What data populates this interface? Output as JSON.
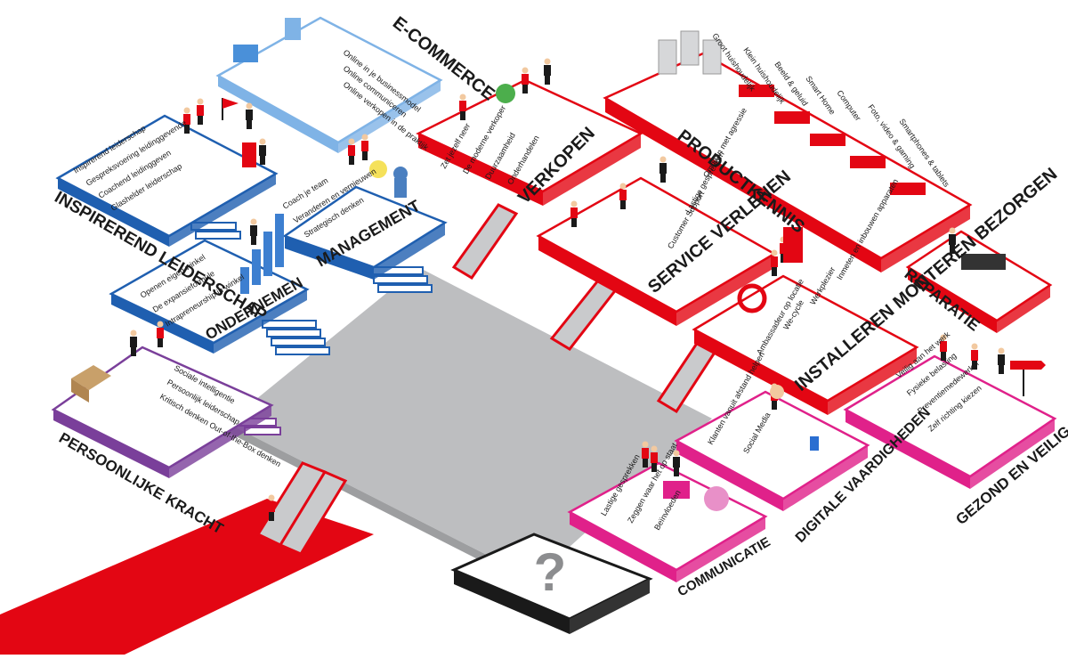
{
  "colors": {
    "blue": "#1f5fb0",
    "light_blue": "#7fb3e6",
    "red": "#e30613",
    "purple": "#7a3f9a",
    "magenta": "#e0218a",
    "grey": "#bdbec0",
    "dark": "#1a1a1a"
  },
  "modules": [
    {
      "key": "ecommerce",
      "title": "E-COMMERCE",
      "color": "light_blue",
      "items": [
        "Online in je businessmodel",
        "Online communiceren",
        "Online verkopen in de praktijk"
      ]
    },
    {
      "key": "inspirerend",
      "title": "INSPIREREND LEIDERSCHAP",
      "color": "blue",
      "items": [
        "Inspirerend leiderschap",
        "Gespreksvoering leidinggevende",
        "Coachend leidinggeven",
        "Glashelder leiderschap"
      ]
    },
    {
      "key": "management",
      "title": "MANAGEMENT",
      "color": "blue",
      "items": [
        "Coach je team",
        "Veranderen en vernieuwen",
        "Strategisch denken"
      ]
    },
    {
      "key": "ondernemen",
      "title": "ONDERNEMEN",
      "color": "blue",
      "items": [
        "Openen eigen winkel",
        "De expansieformule",
        "Intrapreneurship in winkel"
      ]
    },
    {
      "key": "persoonlijke",
      "title": "PERSOONLIJKE KRACHT",
      "color": "purple",
      "items": [
        "Sociale intelligentie",
        "Persoonlijk leiderschap",
        "Kritisch denken Out-of-the-Box denken"
      ]
    },
    {
      "key": "verkopen",
      "title": "VERKOPEN",
      "color": "red",
      "items": [
        "Zet jezelf neer",
        "De moderne verkoper",
        "Duurzaamheid",
        "Onderhandelen"
      ]
    },
    {
      "key": "productkennis",
      "title": "PRODUCTKENNIS",
      "color": "red",
      "items": [
        "Groot huishoudelijk",
        "Klein huishoudelijk",
        "Beeld & geluid",
        "Smart Home",
        "Computer",
        "Foto, video & gaming",
        "Smartphones & tablets"
      ]
    },
    {
      "key": "service",
      "title": "SERVICE VERLENEN",
      "color": "red",
      "items": [
        "Omgaan met agressie",
        "Lastige gesprekken",
        "Customer Support"
      ]
    },
    {
      "key": "reparatie",
      "title": "REPARATIE",
      "color": "red",
      "items": []
    },
    {
      "key": "installeren",
      "title": "INSTALLEREN MONTEREN BEZORGEN",
      "color": "red",
      "items": [
        "Inmeten en inbouwen apparaten",
        "Werkplezier",
        "We-cycle",
        "Ambassadeur op locatie"
      ]
    },
    {
      "key": "gezond",
      "title": "GEZOND EN VEILIG WERKEN",
      "color": "magenta",
      "items": [
        "Veilig aan het werk",
        "Fysieke belasting",
        "Preventiemedewerker",
        "Zelf richting kiezen"
      ]
    },
    {
      "key": "digitale",
      "title": "DIGITALE VAARDIGHEDEN",
      "color": "magenta",
      "items": [
        "Klanten vanuit afstand helpen",
        "Social Media"
      ]
    },
    {
      "key": "communicatie",
      "title": "COMMUNICATIE",
      "color": "magenta",
      "items": [
        "Lastige gesprekken",
        "Zeggen waar het op staat",
        "Beïnvloeden"
      ]
    }
  ],
  "center_symbol": "?"
}
